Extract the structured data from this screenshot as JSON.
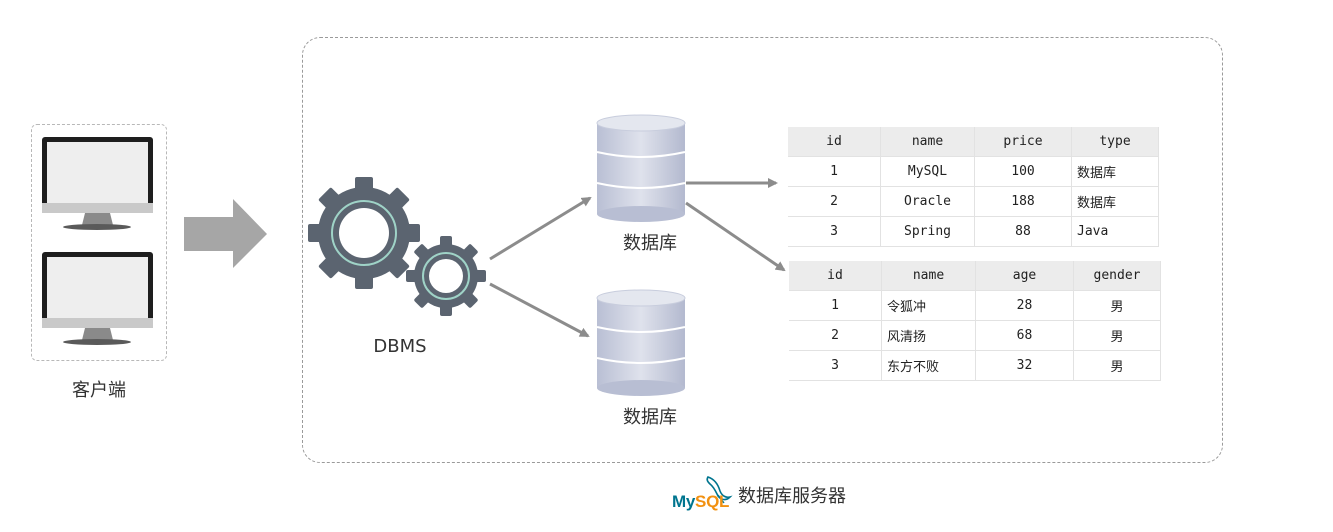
{
  "client": {
    "label": "客户端"
  },
  "dbms": {
    "label": "DBMS"
  },
  "databases": [
    {
      "label": "数据库"
    },
    {
      "label": "数据库"
    }
  ],
  "tables": [
    {
      "columns": [
        "id",
        "name",
        "price",
        "type"
      ],
      "rows": [
        [
          "1",
          "MySQL",
          "100",
          "数据库"
        ],
        [
          "2",
          "Oracle",
          "188",
          "数据库"
        ],
        [
          "3",
          "Spring",
          "88",
          "Java"
        ]
      ]
    },
    {
      "columns": [
        "id",
        "name",
        "age",
        "gender"
      ],
      "rows": [
        [
          "1",
          "令狐冲",
          "28",
          "男"
        ],
        [
          "2",
          "风清扬",
          "68",
          "男"
        ],
        [
          "3",
          "东方不败",
          "32",
          "男"
        ]
      ]
    }
  ],
  "footer": {
    "logo_text_my": "My",
    "logo_text_sql": "SQL",
    "label": "数据库服务器"
  },
  "colors": {
    "gear": "#5b6470",
    "gear_ring": "#9fd3c7",
    "arrow": "#8c8c8c",
    "big_arrow": "#a6a6a6",
    "cylinder_top": "#d9dde8",
    "cylinder_body": "#c4c9dc",
    "mysql_blue": "#00758f",
    "mysql_orange": "#f29111"
  }
}
